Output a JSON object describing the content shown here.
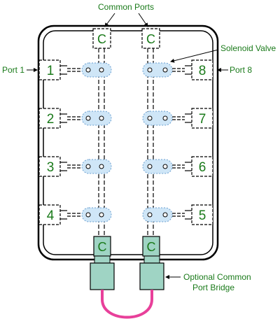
{
  "labels": {
    "common_ports": "Common Ports",
    "solenoid_valve": "Solenoid Valve",
    "port_1": "Port 1",
    "port_8": "Port 8",
    "bridge_line1": "Optional Common",
    "bridge_line2": "Port Bridge"
  },
  "common_port_letter": "C",
  "left_ports": [
    "1",
    "2",
    "3",
    "4"
  ],
  "right_ports": [
    "8",
    "7",
    "6",
    "5"
  ],
  "colors": {
    "text": "#1a7a1a",
    "valve_fill": "#cfe6f7",
    "valve_stroke": "#6a9fd0",
    "fitting_fill": "#9fd4c4",
    "bridge_tube": "#e8409a",
    "outline": "#000000"
  }
}
